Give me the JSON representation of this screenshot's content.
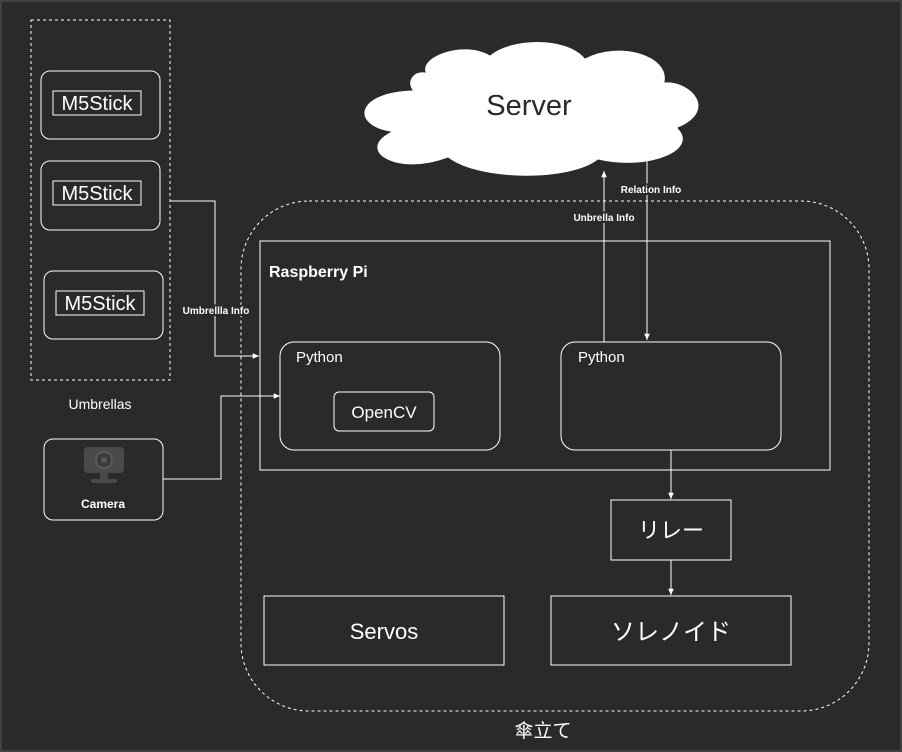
{
  "diagram": {
    "umbrellas_group": {
      "label": "Umbrellas",
      "devices": [
        "M5Stick",
        "M5Stick",
        "M5Stick"
      ]
    },
    "camera": {
      "label": "Camera",
      "icon": "webcam-icon"
    },
    "server": {
      "label": "Server",
      "shape": "cloud"
    },
    "stand": {
      "label": "傘立て"
    },
    "raspberry_pi": {
      "label": "Raspberry Pi"
    },
    "python_left": {
      "label": "Python",
      "child": "OpenCV"
    },
    "python_right": {
      "label": "Python"
    },
    "relay": {
      "label": "リレー"
    },
    "servos": {
      "label": "Servos"
    },
    "solenoid": {
      "label": "ソレノイド"
    },
    "edges": {
      "umbrella_info": "Umbrellla Info",
      "unbrella_info": "Unbrella Info",
      "relation_info": "Relation Info"
    }
  },
  "colors": {
    "background": "#2a2a2a",
    "stroke": "#ffffff",
    "text": "#ffffff"
  }
}
